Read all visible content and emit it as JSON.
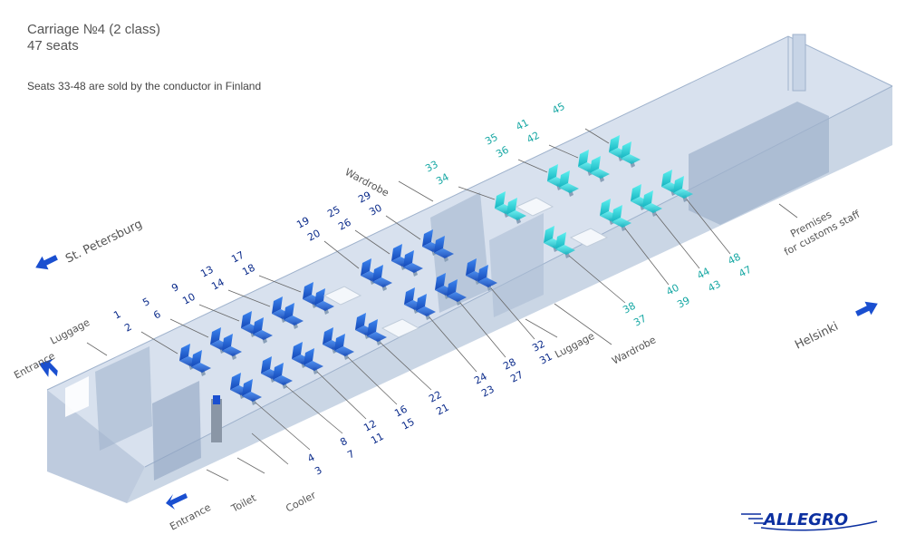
{
  "header": {
    "title": "Carriage №4 (2 class)",
    "subtitle": "47 seats",
    "note": "Seats 33-48 are sold by the conductor in Finland"
  },
  "directions": {
    "left": "St. Petersburg",
    "right": "Helsinki"
  },
  "labels": {
    "entrance_top": "Entrance",
    "luggage_top": "Luggage",
    "entrance_bottom": "Entrance",
    "toilet": "Toilet",
    "cooler": "Cooler",
    "wardrobe_top": "Wardrobe",
    "luggage_mid": "Luggage",
    "wardrobe_bottom": "Wardrobe",
    "premises_line1": "Premises",
    "premises_line2": "for customs staff"
  },
  "seat_numbers": {
    "top_blue": [
      [
        "1",
        "2"
      ],
      [
        "5",
        "6"
      ],
      [
        "9",
        "10"
      ],
      [
        "13",
        "14"
      ],
      [
        "17",
        "18"
      ],
      [
        "19",
        "20"
      ],
      [
        "25",
        "26"
      ],
      [
        "29",
        "30"
      ]
    ],
    "top_teal": [
      [
        "33",
        "34"
      ],
      [
        "35",
        "36"
      ],
      [
        "41",
        "42"
      ],
      [
        "45"
      ]
    ],
    "bottom_blue": [
      [
        "4",
        "3"
      ],
      [
        "8",
        "7"
      ],
      [
        "12",
        "11"
      ],
      [
        "16",
        "15"
      ],
      [
        "22",
        "21"
      ],
      [
        "24",
        "23"
      ],
      [
        "28",
        "27"
      ],
      [
        "32",
        "31"
      ]
    ],
    "bottom_teal": [
      [
        "38",
        "37"
      ],
      [
        "40",
        "39"
      ],
      [
        "44",
        "43"
      ],
      [
        "48",
        "47"
      ]
    ]
  },
  "logo": "ALLEGRO",
  "colors": {
    "seat_blue": "#1a5fd0",
    "seat_teal": "#1fc4cc",
    "text_blue": "#0a2a8a",
    "text_teal": "#15a7a3",
    "wall": "#b8c8dc",
    "arrow": "#1a4fd0",
    "logo": "#0b2fa0"
  }
}
